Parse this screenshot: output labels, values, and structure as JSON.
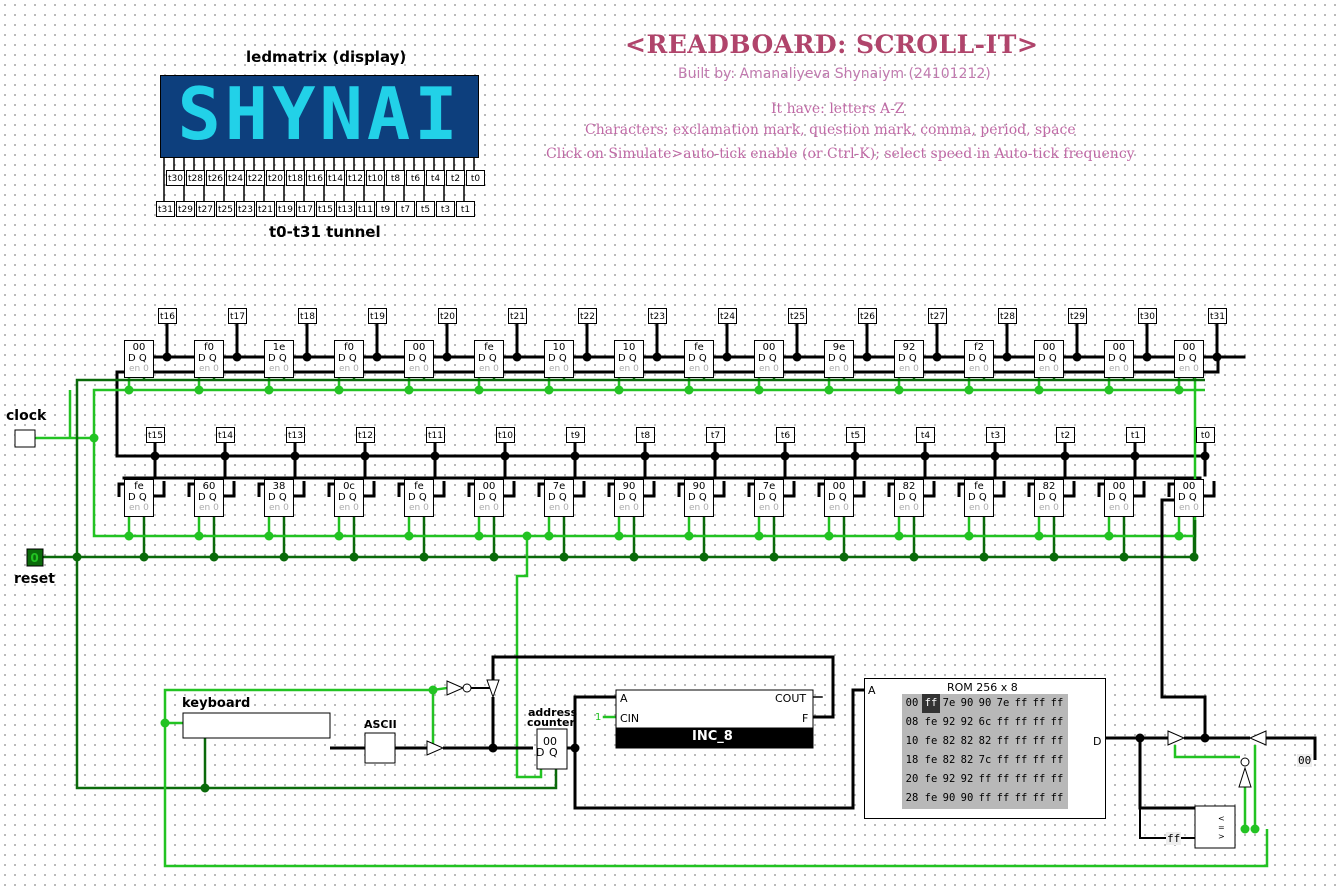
{
  "header": {
    "title": "<READBOARD: SCROLL-IT>",
    "author": "Built by: Amanaliyeva Shynaiym (24101212)",
    "notes": [
      "It have: letters A-Z",
      "Characters: exclamation mark, question mark, comma, period, space",
      "Click on Simulate>auto-tick enable (or Ctrl-K); select speed in Auto-tick frequency"
    ]
  },
  "display": {
    "label": "ledmatrix (display)",
    "text": "SHYNAI",
    "tunnel_label": "t0-t31 tunnel",
    "row1_pins": [
      "t30",
      "t28",
      "t26",
      "t24",
      "t22",
      "t20",
      "t18",
      "t16",
      "t14",
      "t12",
      "t10",
      "t8",
      "t6",
      "t4",
      "t2",
      "t0"
    ],
    "row2_pins": [
      "t31",
      "t29",
      "t27",
      "t25",
      "t23",
      "t21",
      "t19",
      "t17",
      "t15",
      "t13",
      "t11",
      "t9",
      "t7",
      "t5",
      "t3",
      "t1"
    ],
    "led_color": "#22d1e8",
    "bg_color": "#0d3f7d"
  },
  "top_registers": {
    "tunnels": [
      "t16",
      "t17",
      "t18",
      "t19",
      "t20",
      "t21",
      "t22",
      "t23",
      "t24",
      "t25",
      "t26",
      "t27",
      "t28",
      "t29",
      "t30",
      "t31"
    ],
    "values": [
      "00",
      "f0",
      "1e",
      "f0",
      "00",
      "fe",
      "10",
      "10",
      "fe",
      "00",
      "9e",
      "92",
      "f2",
      "00",
      "00",
      "00"
    ]
  },
  "bottom_registers": {
    "tunnels": [
      "t15",
      "t14",
      "t13",
      "t12",
      "t11",
      "t10",
      "t9",
      "t8",
      "t7",
      "t6",
      "t5",
      "t4",
      "t3",
      "t2",
      "t1",
      "t0"
    ],
    "values": [
      "fe",
      "60",
      "38",
      "0c",
      "fe",
      "00",
      "7e",
      "90",
      "90",
      "7e",
      "00",
      "82",
      "fe",
      "82",
      "00",
      "00"
    ]
  },
  "register_pins": {
    "d": "D",
    "q": "Q",
    "en": "en",
    "zero": "0"
  },
  "inputs": {
    "clock_label": "clock",
    "reset_label": "reset",
    "reset_value": "0"
  },
  "components": {
    "keyboard_label": "keyboard",
    "ascii_label": "ASCII",
    "address_counter_label_1": "address",
    "address_counter_label_2": "counter",
    "address_counter_value": "00",
    "inc_label": "INC_8",
    "inc_pin_a": "A",
    "inc_pin_cin": "CIN",
    "inc_pin_cout": "COUT",
    "inc_pin_f": "F",
    "inc_const": "1",
    "rom_pin_a": "A",
    "rom_pin_d": "D",
    "comparator_const": "ff",
    "comparator_symbols": [
      "<",
      "=",
      ">"
    ],
    "output_value": "00"
  },
  "rom": {
    "title": "ROM 256 x 8",
    "rows": [
      {
        "addr": "00",
        "cells": [
          "ff",
          "7e",
          "90",
          "90",
          "7e",
          "ff",
          "ff",
          "ff"
        ]
      },
      {
        "addr": "08",
        "cells": [
          "fe",
          "92",
          "92",
          "6c",
          "ff",
          "ff",
          "ff",
          "ff"
        ]
      },
      {
        "addr": "10",
        "cells": [
          "fe",
          "82",
          "82",
          "82",
          "ff",
          "ff",
          "ff",
          "ff"
        ]
      },
      {
        "addr": "18",
        "cells": [
          "fe",
          "82",
          "82",
          "7c",
          "ff",
          "ff",
          "ff",
          "ff"
        ]
      },
      {
        "addr": "20",
        "cells": [
          "fe",
          "92",
          "92",
          "ff",
          "ff",
          "ff",
          "ff",
          "ff"
        ]
      },
      {
        "addr": "28",
        "cells": [
          "fe",
          "90",
          "90",
          "ff",
          "ff",
          "ff",
          "ff",
          "ff"
        ]
      }
    ]
  },
  "colors": {
    "wire_black": "#000000",
    "wire_bright_green": "#22c322",
    "wire_dark_green": "#0a6a0a",
    "title": "#b0446b",
    "notes": "#c06aa6"
  }
}
